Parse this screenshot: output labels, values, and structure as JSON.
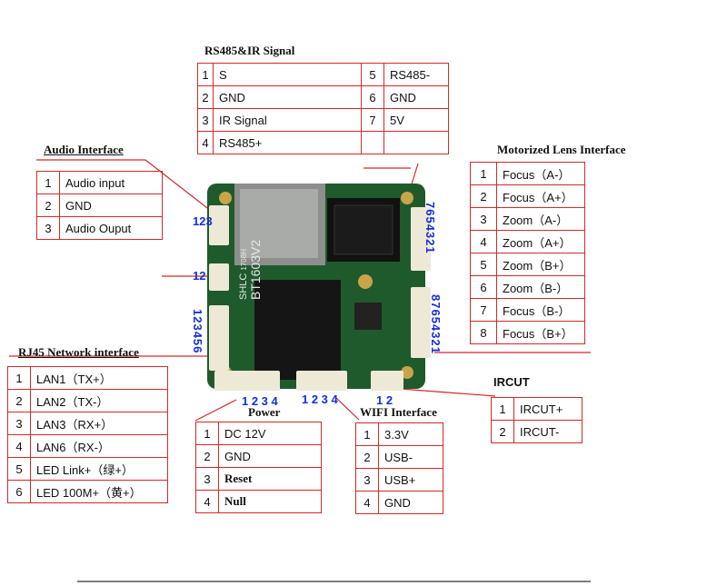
{
  "rs485": {
    "title": "RS485&IR Signal",
    "rows": [
      [
        "1",
        "S",
        "5",
        "RS485-"
      ],
      [
        "2",
        "GND",
        "6",
        "GND"
      ],
      [
        "3",
        "IR Signal",
        "7",
        "5V"
      ],
      [
        "4",
        "RS485+",
        "",
        ""
      ]
    ]
  },
  "audio": {
    "title": "Audio Interface",
    "rows": [
      [
        "1",
        "Audio input"
      ],
      [
        "2",
        "GND"
      ],
      [
        "3",
        "Audio Ouput"
      ]
    ],
    "pin_label": "123"
  },
  "motor": {
    "title": "Motorized Lens  Interface",
    "rows": [
      [
        "1",
        "Focus（A-）"
      ],
      [
        "2",
        "Focus（A+）"
      ],
      [
        "3",
        "Zoom（A-）"
      ],
      [
        "4",
        "Zoom（A+）"
      ],
      [
        "5",
        "Zoom（B+）"
      ],
      [
        "6",
        "Zoom（B-）"
      ],
      [
        "7",
        "Focus（B-）"
      ],
      [
        "8",
        "Focus（B+）"
      ]
    ],
    "pin_label_7": "7654321",
    "pin_label_8": "87654321"
  },
  "rj45": {
    "title": "RJ45 Network interface",
    "rows": [
      [
        "1",
        "LAN1（TX+）"
      ],
      [
        "2",
        "LAN2（TX-）"
      ],
      [
        "3",
        "LAN3（RX+）"
      ],
      [
        "4",
        "LAN6（RX-）"
      ],
      [
        "5",
        "LED Link+（绿+）"
      ],
      [
        "6",
        "LED 100M+（黄+）"
      ]
    ],
    "pin_label": "123456",
    "pin_label_12": "12"
  },
  "power": {
    "title": "Power",
    "rows": [
      [
        "1",
        "DC 12V"
      ],
      [
        "2",
        "GND"
      ],
      [
        "3",
        "Reset"
      ],
      [
        "4",
        "Null"
      ]
    ],
    "pin_label": "1 2 3 4"
  },
  "wifi": {
    "title": "WIFI   Interface",
    "rows": [
      [
        "1",
        "3.3V"
      ],
      [
        "2",
        "USB-"
      ],
      [
        "3",
        "USB+"
      ],
      [
        "4",
        "GND"
      ]
    ],
    "pin_label": "1 2 3 4"
  },
  "ircut": {
    "title": "IRCUT",
    "rows": [
      [
        "1",
        "IRCUT+"
      ],
      [
        "2",
        "IRCUT-"
      ]
    ],
    "pin_label": "1 2"
  },
  "board": {
    "silk1": "SHLC",
    "silk2": "1708H",
    "silk3": "BT1603V2"
  },
  "colors": {
    "line": "#d12a2a",
    "pin_text": "#1530d8",
    "pcb": "#1f5a2c"
  }
}
